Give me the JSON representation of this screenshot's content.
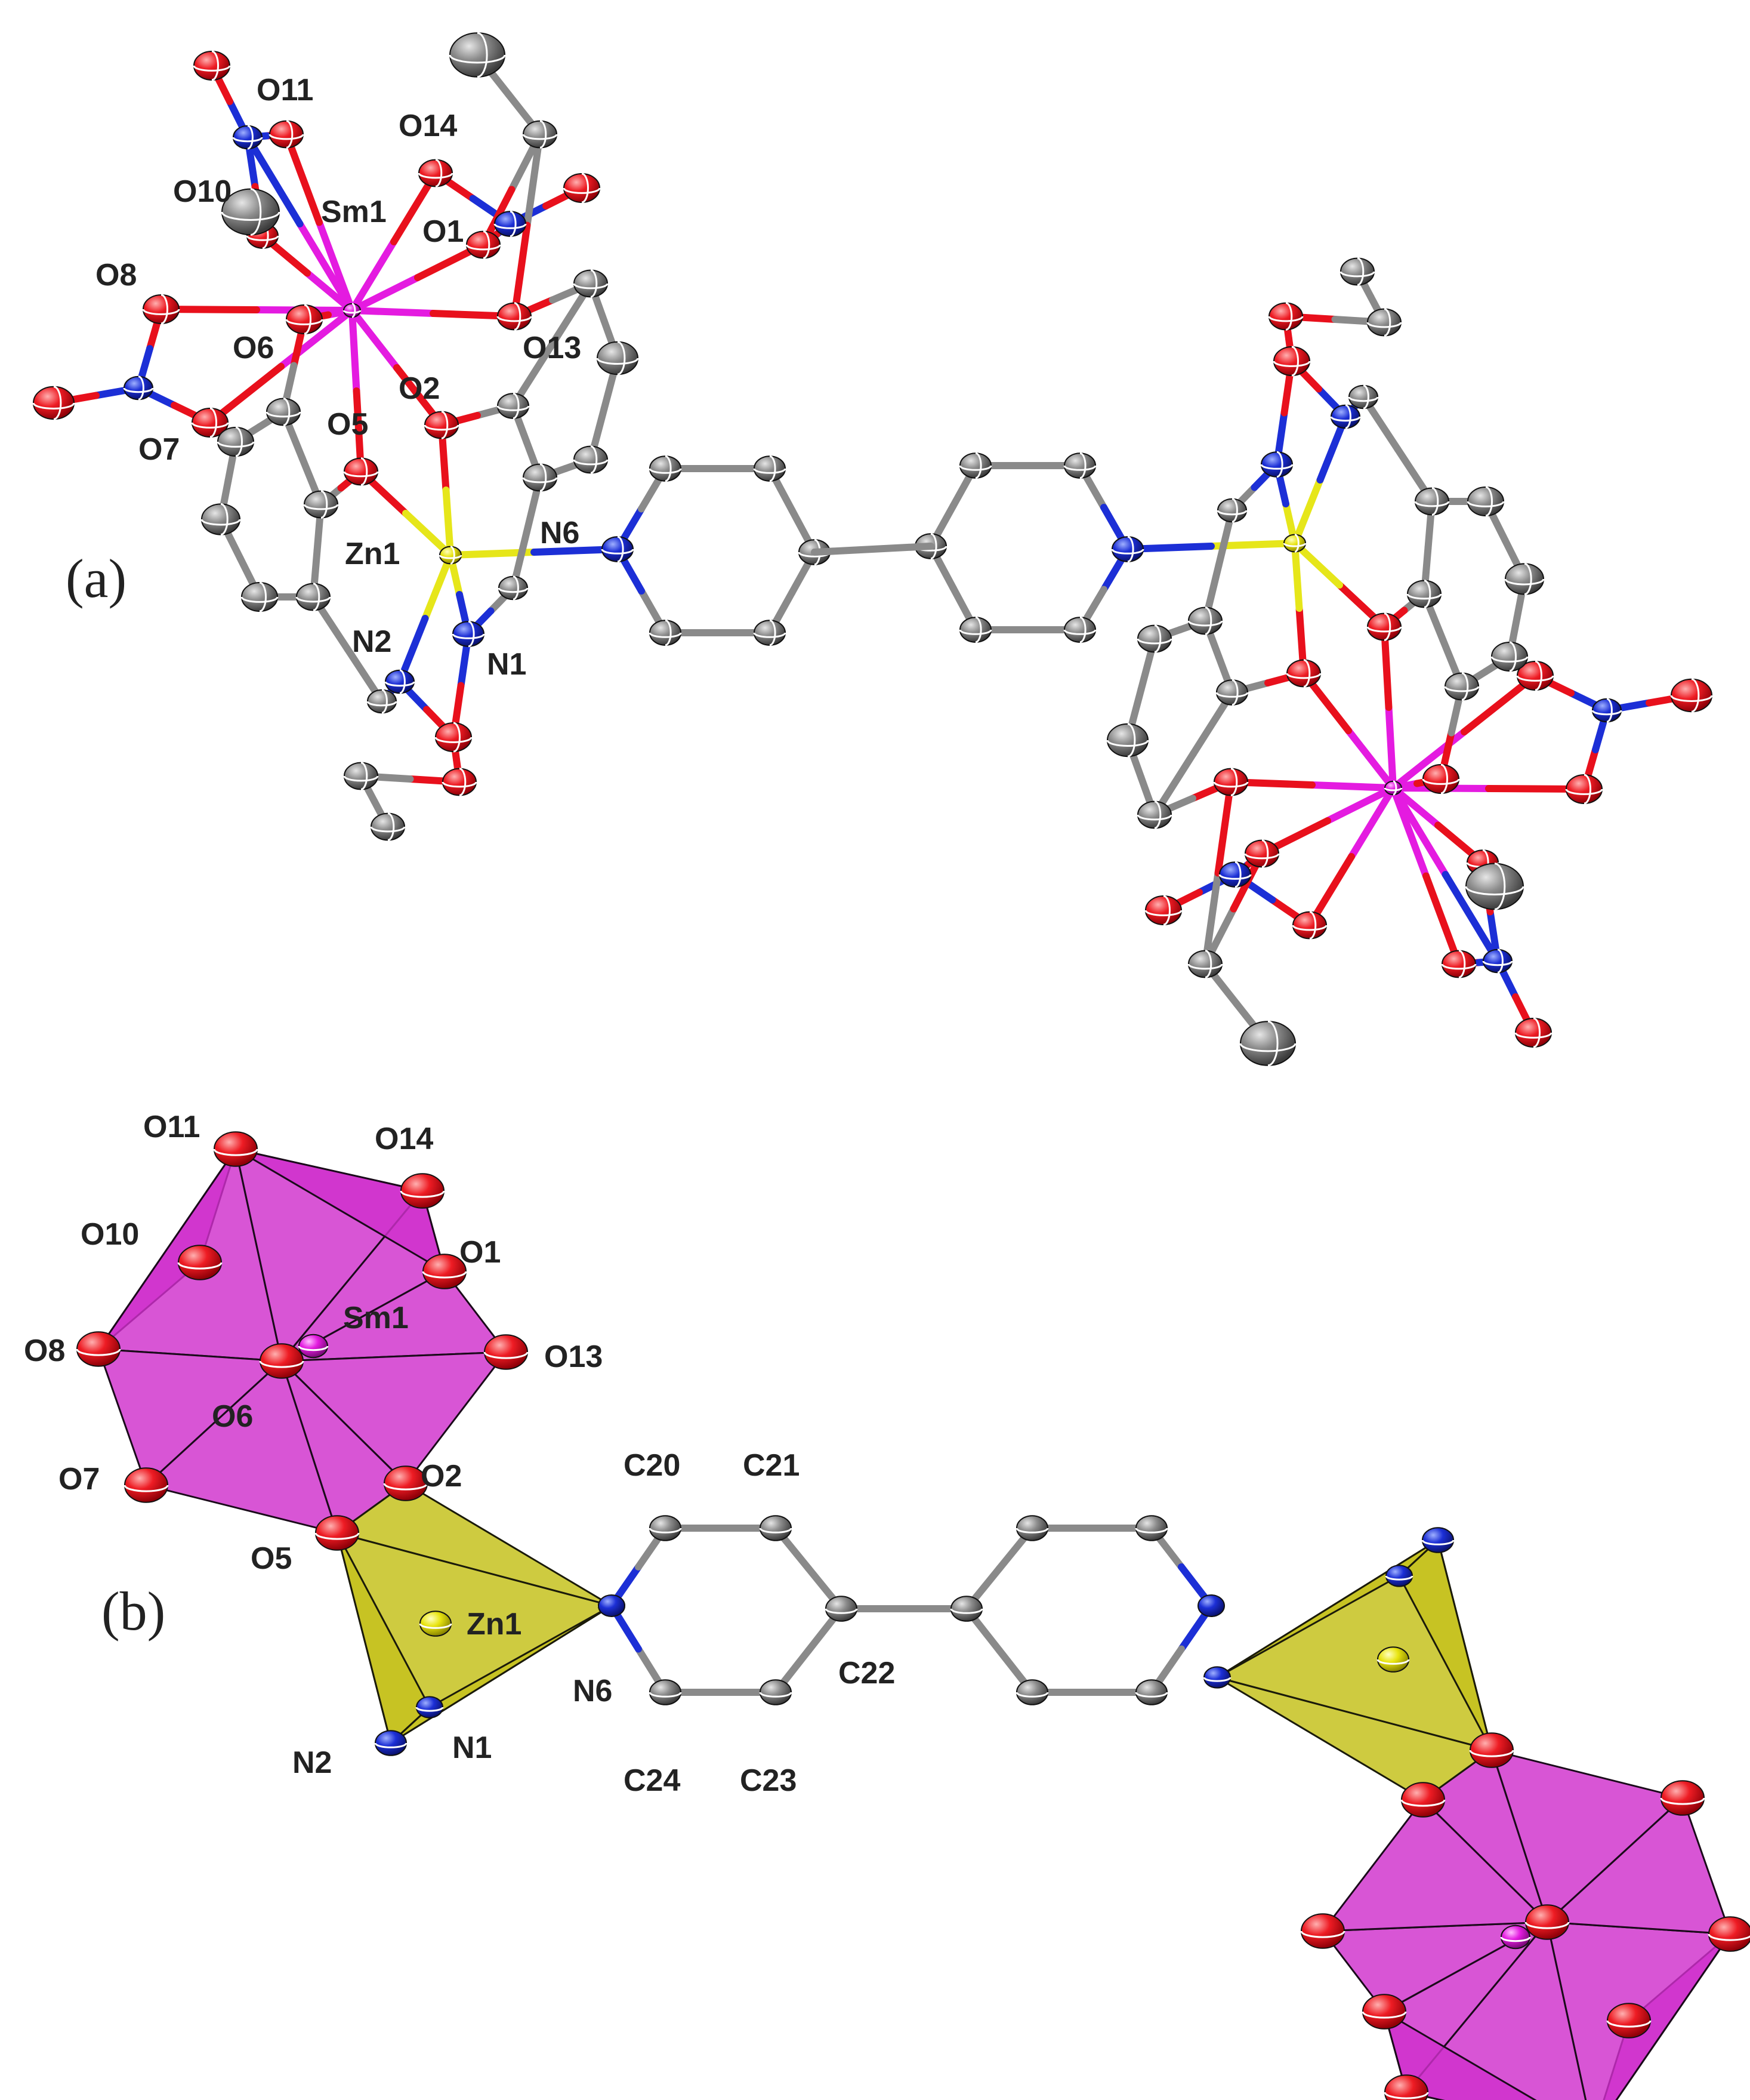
{
  "panels": {
    "a": "(a)",
    "b": "(b)"
  },
  "colors": {
    "oxygen": "#e8101c",
    "nitrogen": "#1c2fd6",
    "carbon": "#8c8c8c",
    "zinc": "#e8e410",
    "samarium": "#e41be0",
    "bond_c": "#8a8a8a",
    "bond_o": "#e8101c",
    "bond_n": "#1c2fd6",
    "bond_zn": "#e6e61a",
    "bond_sm": "#e41be0",
    "poly_sm": "#d030cc",
    "poly_zn": "#c6c21e"
  },
  "panel_a_labels": {
    "O11": "O11",
    "O14": "O14",
    "O10": "O10",
    "Sm1": "Sm1",
    "O1": "O1",
    "O8": "O8",
    "O6": "O6",
    "O13": "O13",
    "O2": "O2",
    "O7": "O7",
    "O5": "O5",
    "N6": "N6",
    "Zn1": "Zn1",
    "N2": "N2",
    "N1": "N1"
  },
  "panel_b_labels": {
    "O11": "O11",
    "O14": "O14",
    "O10": "O10",
    "O1": "O1",
    "Sm1": "Sm1",
    "O8": "O8",
    "O13": "O13",
    "O6": "O6",
    "O7": "O7",
    "O2": "O2",
    "O5": "O5",
    "C20": "C20",
    "C21": "C21",
    "Zn1": "Zn1",
    "C22": "C22",
    "N6": "N6",
    "N2": "N2",
    "N1": "N1",
    "C24": "C24",
    "C23": "C23"
  }
}
